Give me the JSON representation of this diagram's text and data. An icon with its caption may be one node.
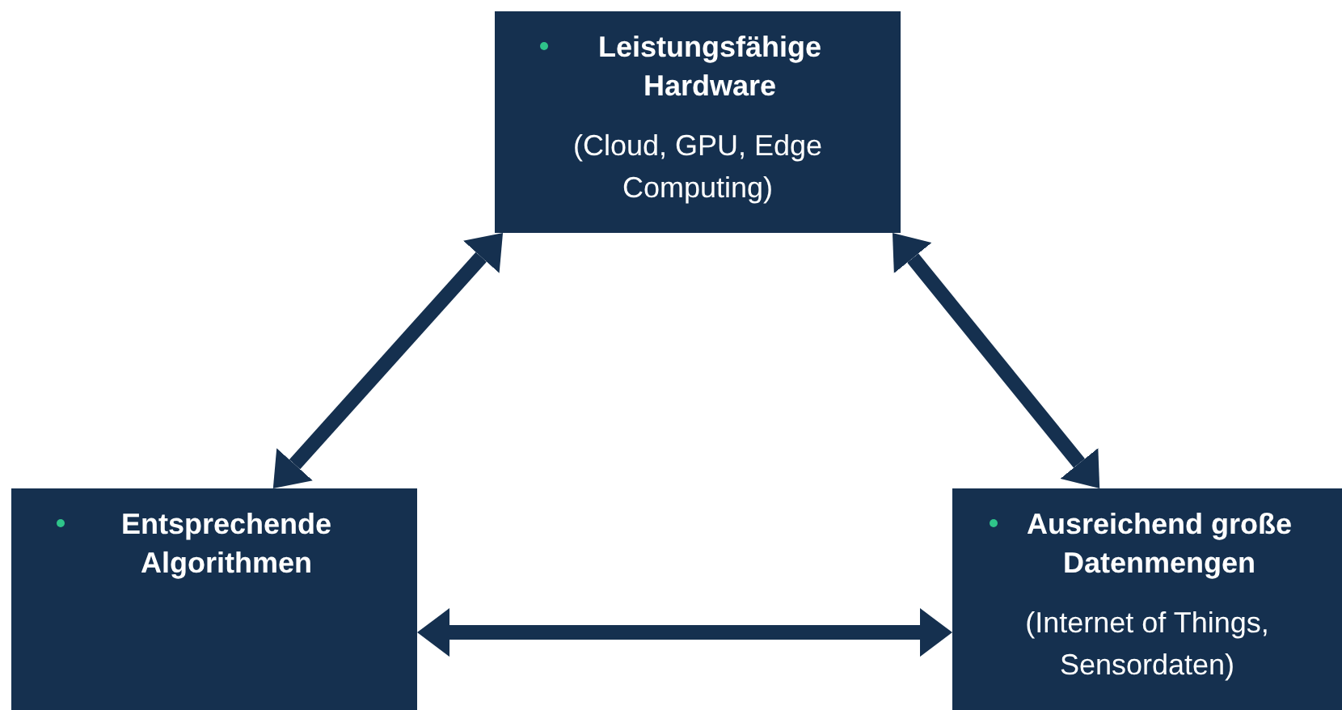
{
  "diagram": {
    "nodes": [
      {
        "text": [
          "Leistungsfähige Hardware",
          "(Cloud, GPU, Edge Computing)"
        ]
      },
      {
        "text": [
          "Entsprechende Algorithmen"
        ]
      },
      {
        "text": [
          "Ausreichend große Datenmengen",
          "(Internet of Things, Sensordaten)"
        ]
      }
    ],
    "edges": [
      {
        "from": 1,
        "to": 0,
        "arrow": "both"
      },
      {
        "from": 0,
        "to": 2,
        "arrow": "both"
      },
      {
        "from": 1,
        "to": 2,
        "arrow": "both"
      }
    ]
  }
}
